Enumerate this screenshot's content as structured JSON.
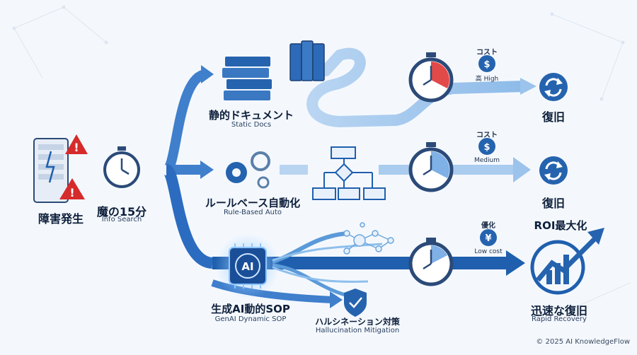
{
  "incident": {
    "title": "障害発生"
  },
  "search": {
    "title": "魔の15分",
    "subtitle": "Info Search"
  },
  "paths": [
    {
      "title": "静的ドキュメント",
      "subtitle": "Static Docs",
      "cost_heading": "コスト",
      "cost_icon": "dollar-bag-icon",
      "cost_label": "高 High",
      "result": "復旧"
    },
    {
      "title": "ルールベース自動化",
      "subtitle": "Rule-Based Auto",
      "cost_heading": "コスト",
      "cost_icon": "dollar-bag-icon",
      "cost_label": "Medium",
      "result": "復旧"
    },
    {
      "title": "生成AI動的SOP",
      "subtitle": "GenAI Dynamic SOP",
      "cost_heading": "優化",
      "cost_icon": "yen-bag-icon",
      "cost_label": "Low cost",
      "result": "迅速な復旧",
      "result_subtitle": "Rapid Recovery"
    }
  ],
  "roi": {
    "title": "ROI最大化"
  },
  "chip": {
    "label": "AI"
  },
  "mitigation": {
    "title": "ハルシネーション対策",
    "subtitle": "Hallucination Mitigation"
  },
  "copyright": "© 2025 AI KnowledgeFlow",
  "colors": {
    "primary": "#1f5fae",
    "light": "#7fb0e6",
    "alert": "#d62b2b",
    "accent": "#e24a4a"
  }
}
